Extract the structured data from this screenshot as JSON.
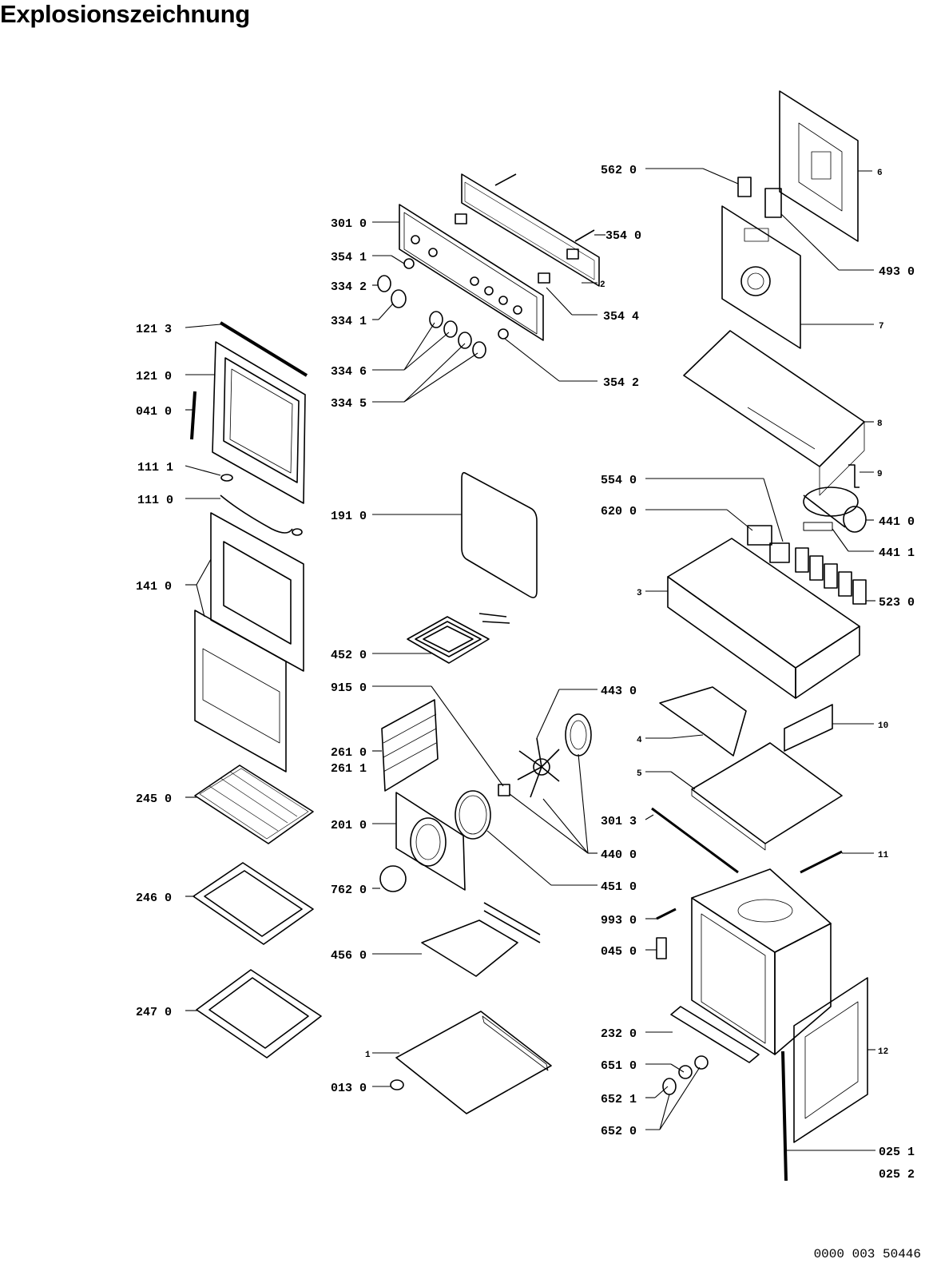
{
  "title": "Explosionszeichnung",
  "document_id": "0000 003 50446",
  "labels": [
    {
      "text": "562 0"
    },
    {
      "text": "301 0"
    },
    {
      "text": "354 0"
    },
    {
      "text": "354 1"
    },
    {
      "text": "334 2"
    },
    {
      "text": "334 1"
    },
    {
      "text": "2"
    },
    {
      "text": "354 4"
    },
    {
      "text": "121 3"
    },
    {
      "text": "121 0"
    },
    {
      "text": "041 0"
    },
    {
      "text": "334 6"
    },
    {
      "text": "334 5"
    },
    {
      "text": "354 2"
    },
    {
      "text": "6"
    },
    {
      "text": "493 0"
    },
    {
      "text": "7"
    },
    {
      "text": "8"
    },
    {
      "text": "111 1"
    },
    {
      "text": "111 0"
    },
    {
      "text": "191 0"
    },
    {
      "text": "9"
    },
    {
      "text": "554 0"
    },
    {
      "text": "620 0"
    },
    {
      "text": "441 0"
    },
    {
      "text": "441 1"
    },
    {
      "text": "141 0"
    },
    {
      "text": "3"
    },
    {
      "text": "523 0"
    },
    {
      "text": "452 0"
    },
    {
      "text": "915 0"
    },
    {
      "text": "443 0"
    },
    {
      "text": "4"
    },
    {
      "text": "10"
    },
    {
      "text": "261 0"
    },
    {
      "text": "261 1"
    },
    {
      "text": "5"
    },
    {
      "text": "245 0"
    },
    {
      "text": "201 0"
    },
    {
      "text": "301 3"
    },
    {
      "text": "440 0"
    },
    {
      "text": "11"
    },
    {
      "text": "762 0"
    },
    {
      "text": "451 0"
    },
    {
      "text": "246 0"
    },
    {
      "text": "993 0"
    },
    {
      "text": "045 0"
    },
    {
      "text": "456 0"
    },
    {
      "text": "247 0"
    },
    {
      "text": "232 0"
    },
    {
      "text": "12"
    },
    {
      "text": "651 0"
    },
    {
      "text": "1"
    },
    {
      "text": "013 0"
    },
    {
      "text": "652 1"
    },
    {
      "text": "652 0"
    },
    {
      "text": "025 1"
    },
    {
      "text": "025 2"
    }
  ]
}
